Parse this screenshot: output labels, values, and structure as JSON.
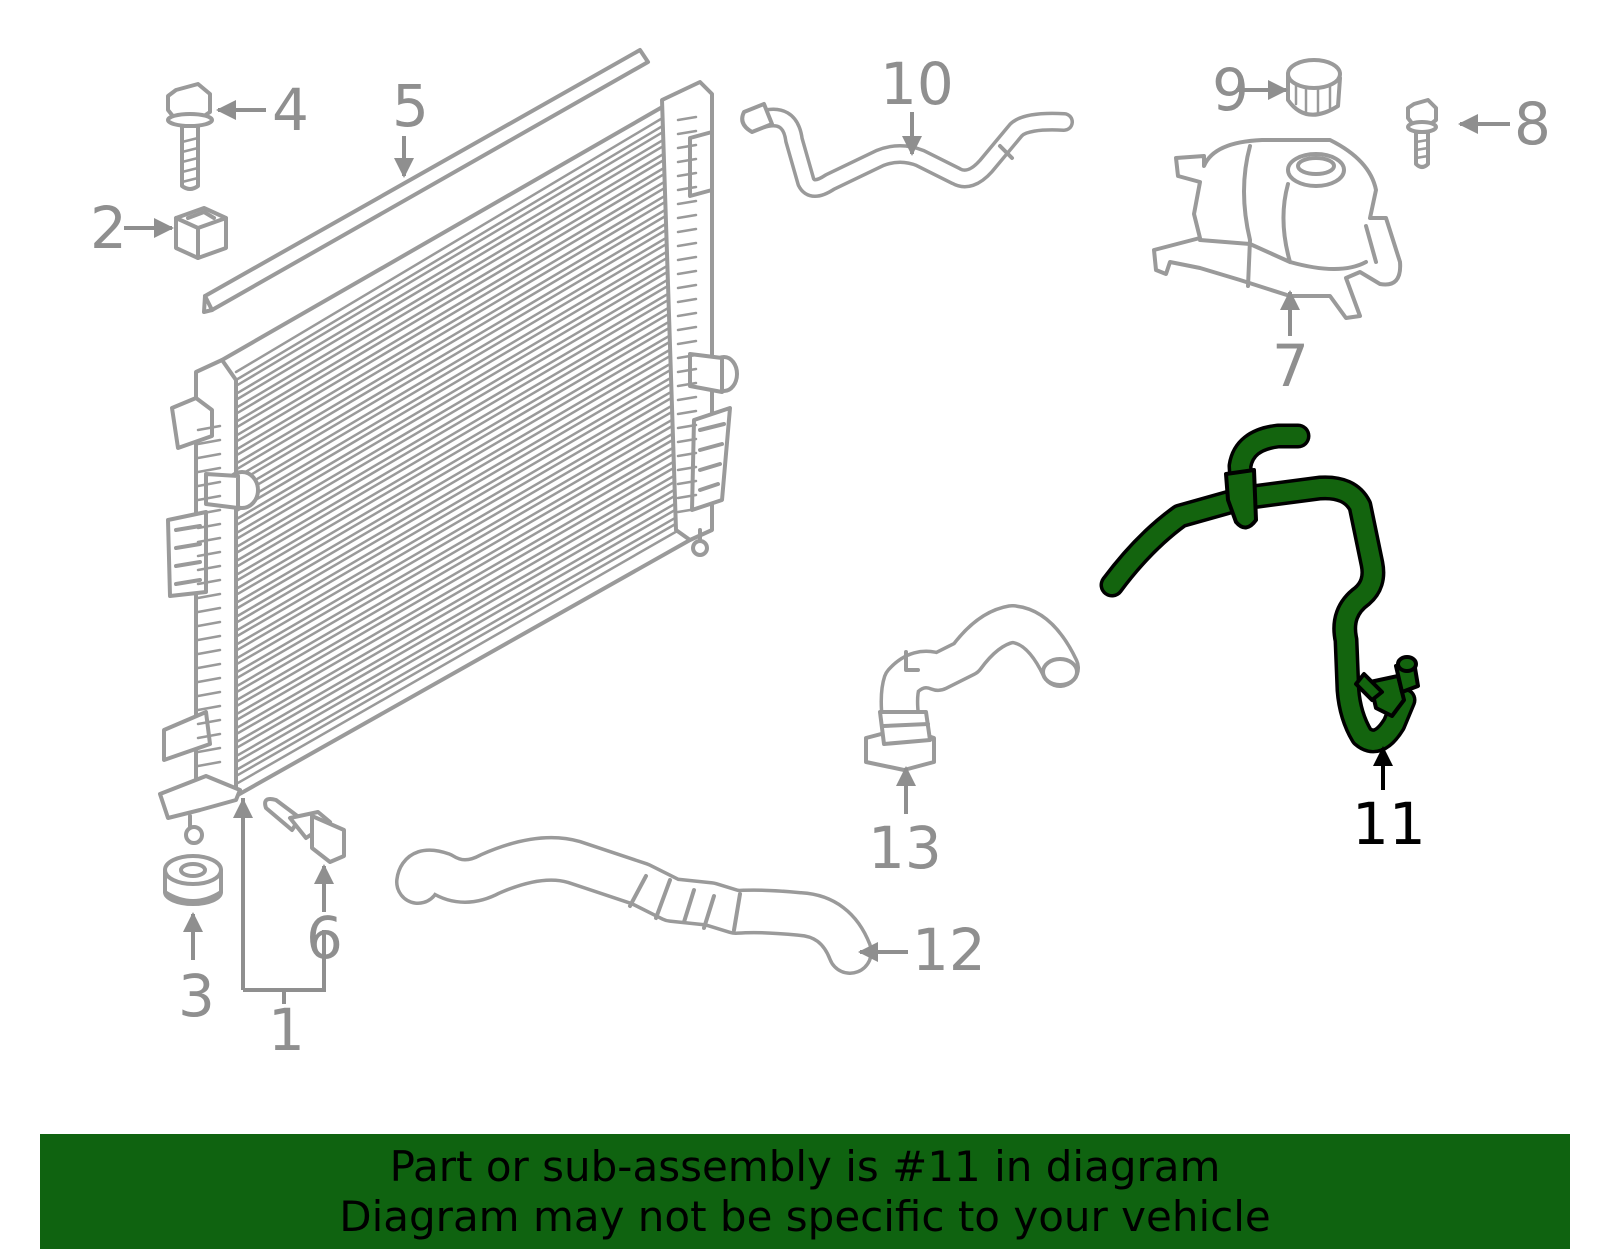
{
  "diagram": {
    "highlight_color": "#13640e",
    "callouts": {
      "c1": "1",
      "c2": "2",
      "c3": "3",
      "c4": "4",
      "c5": "5",
      "c6": "6",
      "c7": "7",
      "c8": "8",
      "c9": "9",
      "c10": "10",
      "c11": "11",
      "c12": "12",
      "c13": "13"
    },
    "highlighted_part": "11"
  },
  "banner": {
    "line1": "Part or sub-assembly is #11 in diagram",
    "line2": "Diagram may not be specific to your vehicle",
    "background": "#0f6310"
  }
}
